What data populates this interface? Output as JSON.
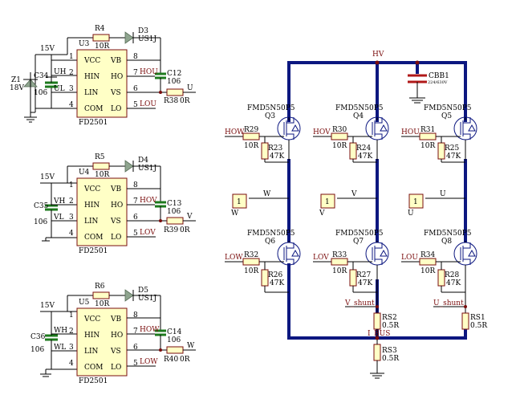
{
  "drivers": [
    {
      "ic_ref": "U3",
      "ic_part": "FD2501",
      "supply": "15V",
      "boot_res": "R4",
      "boot_res_val": "10R",
      "boot_diode": "D3",
      "boot_diode_part": "US1J",
      "boot_cap": "C12",
      "boot_cap_val": "106",
      "vcc_cap": "C34",
      "vcc_cap_val": "106",
      "zener": "Z1",
      "zener_val": "18V",
      "out_res": "R38",
      "out_res_val": "0R",
      "out_net": "U",
      "hin_net": "UH",
      "lin_net": "UL",
      "ho_net": "HOU",
      "lo_net": "LOU"
    },
    {
      "ic_ref": "U4",
      "ic_part": "FD2501",
      "supply": "15V",
      "boot_res": "R5",
      "boot_res_val": "10R",
      "boot_diode": "D4",
      "boot_diode_part": "US1J",
      "boot_cap": "C13",
      "boot_cap_val": "106",
      "vcc_cap": "C35",
      "vcc_cap_val": "106",
      "out_res": "R39",
      "out_res_val": "0R",
      "out_net": "V",
      "hin_net": "VH",
      "lin_net": "VL",
      "ho_net": "HOV",
      "lo_net": "LOV"
    },
    {
      "ic_ref": "U5",
      "ic_part": "FD2501",
      "supply": "15V",
      "boot_res": "R6",
      "boot_res_val": "10R",
      "boot_diode": "D5",
      "boot_diode_part": "US1J",
      "boot_cap": "C14",
      "boot_cap_val": "106",
      "vcc_cap": "C36",
      "vcc_cap_val": "106",
      "out_res": "R40",
      "out_res_val": "0R",
      "out_net": "W",
      "hin_net": "WH",
      "lin_net": "WL",
      "ho_net": "HOW",
      "lo_net": "LOW"
    }
  ],
  "ic_pins": {
    "vcc": "VCC",
    "hin": "HIN",
    "lin": "LIN",
    "com": "COM",
    "vb": "VB",
    "ho": "HO",
    "vs": "VS",
    "lo": "LO",
    "n1": "1",
    "n2": "2",
    "n3": "3",
    "n4": "4",
    "n5": "5",
    "n6": "6",
    "n7": "7",
    "n8": "8"
  },
  "bridge": {
    "hv_net": "HV",
    "ibus_net": "I_BUS",
    "bus_cap": "CBB1",
    "bus_cap_rating": "224/630V",
    "shunt_total": "RS3",
    "shunt_total_val": "0.5R",
    "legs": [
      {
        "phase": "W",
        "conn": "1",
        "conn_label": "W",
        "mos_part": "FMD5N50P5",
        "q_high": "Q3",
        "rg_high": "R29",
        "rg_high_val": "10R",
        "rgs_high": "R23",
        "rgs_high_val": "47K",
        "gate_high": "HOW",
        "q_low": "Q6",
        "rg_low": "R32",
        "rg_low_val": "10R",
        "rgs_low": "R26",
        "rgs_low_val": "47K",
        "gate_low": "LOW"
      },
      {
        "phase": "V",
        "conn": "1",
        "conn_label": "V",
        "mos_part": "FMD5N50P5",
        "q_high": "Q4",
        "rg_high": "R30",
        "rg_high_val": "10R",
        "rgs_high": "R24",
        "rgs_high_val": "47K",
        "gate_high": "HOV",
        "q_low": "Q7",
        "rg_low": "R33",
        "rg_low_val": "10R",
        "rgs_low": "R27",
        "rgs_low_val": "47K",
        "gate_low": "LOV",
        "shunt_net": "V_shunt",
        "shunt": "RS2",
        "shunt_val": "0.5R"
      },
      {
        "phase": "U",
        "conn": "1",
        "conn_label": "U",
        "mos_part": "FMD5N50P5",
        "q_high": "Q5",
        "rg_high": "R31",
        "rg_high_val": "10R",
        "rgs_high": "R25",
        "rgs_high_val": "47K",
        "gate_high": "HOU",
        "q_low": "Q8",
        "rg_low": "R34",
        "rg_low_val": "10R",
        "rgs_low": "R28",
        "rgs_low_val": "47K",
        "gate_low": "LOU",
        "shunt_net": "U_shunt",
        "shunt": "RS1",
        "shunt_val": "0.5R"
      }
    ]
  },
  "colors": {
    "bus": "#0c1780",
    "component_outline": "#7a0d0d",
    "component_fill": "#ffffc6",
    "capacitor": "#1d7a1d",
    "bus_capacitor": "#b01818"
  }
}
